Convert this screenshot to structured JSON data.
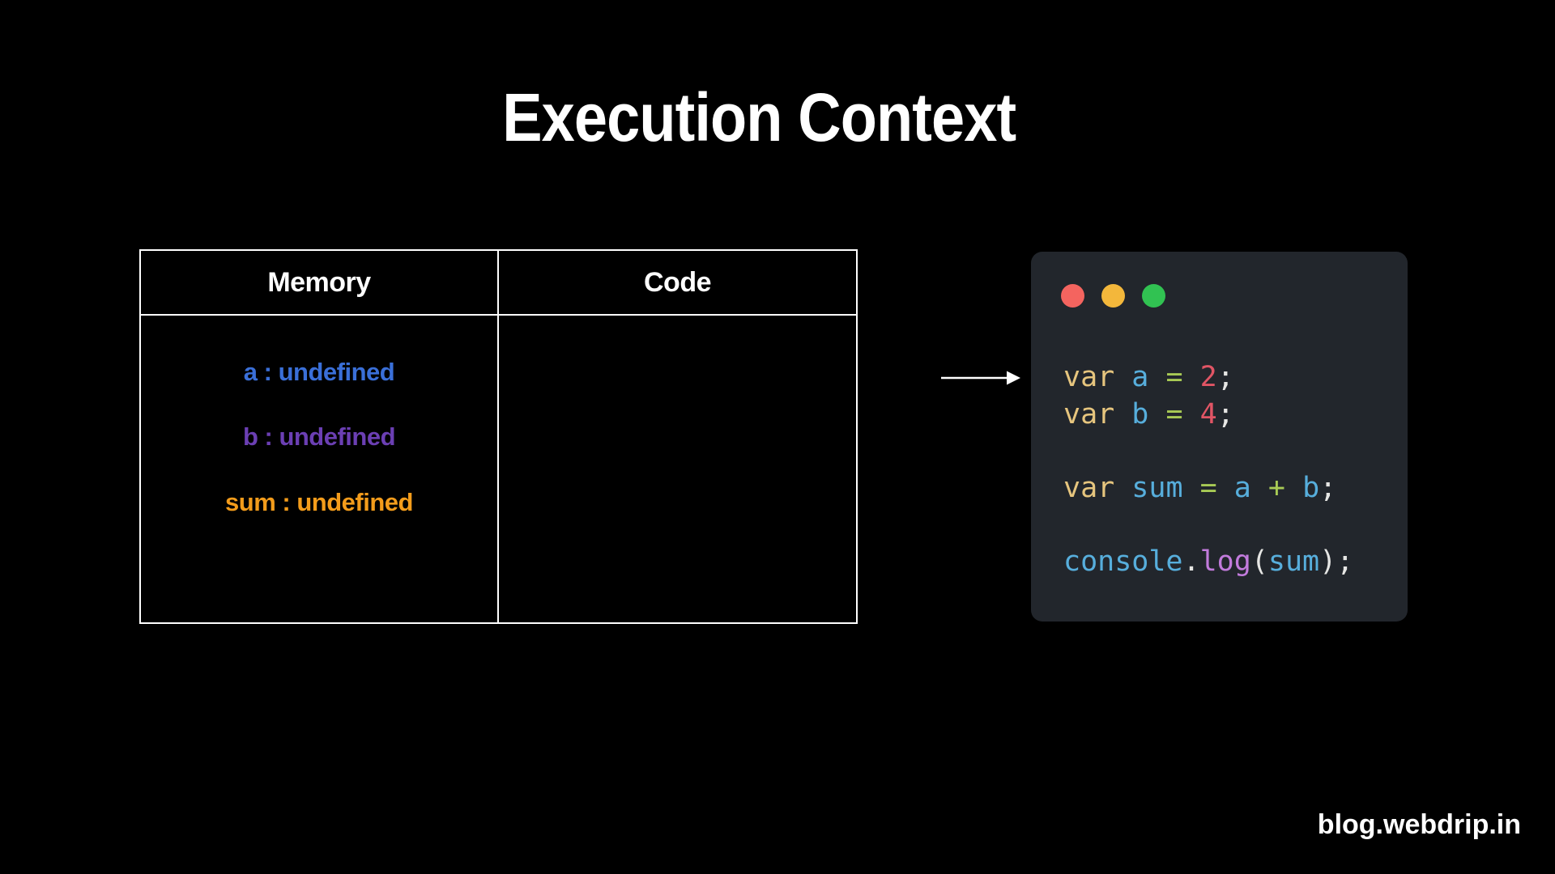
{
  "slide": {
    "title": "Execution Context",
    "watermark": "blog.webdrip.in",
    "background": "#000000"
  },
  "table": {
    "headers": [
      "Memory",
      "Code"
    ],
    "border_color": "#FFFFFF",
    "header_text_color": "#FFFFFF",
    "memory_items": [
      {
        "name": "a",
        "label": "a : undefined",
        "color": "#3A6FD8"
      },
      {
        "name": "b",
        "label": "b : undefined",
        "color": "#6B3FB3"
      },
      {
        "name": "sum",
        "label": "sum : undefined",
        "color": "#F39C1B"
      }
    ],
    "code_cell_content": ""
  },
  "arrow": {
    "direction": "right",
    "color": "#FFFFFF"
  },
  "code_window": {
    "background": "#22262C",
    "traffic_lights": [
      {
        "name": "close",
        "color": "#F4645F"
      },
      {
        "name": "minimize",
        "color": "#F3B73B"
      },
      {
        "name": "maximize",
        "color": "#31C252"
      }
    ],
    "palette": {
      "keyword": "#E6C57E",
      "identifier": "#57AEDC",
      "operator": "#A8CA55",
      "number": "#E15565",
      "method": "#C27BDC",
      "punctuation": "#E6E6E4"
    },
    "code_text": "var a = 2;\nvar b = 4;\n\nvar sum = a + b;\n\nconsole.log(sum);",
    "lines": [
      {
        "tokens": [
          {
            "t": "var",
            "c": "keyword"
          },
          {
            "t": " ",
            "c": "punctuation"
          },
          {
            "t": "a",
            "c": "identifier"
          },
          {
            "t": " ",
            "c": "punctuation"
          },
          {
            "t": "=",
            "c": "operator"
          },
          {
            "t": " ",
            "c": "punctuation"
          },
          {
            "t": "2",
            "c": "number"
          },
          {
            "t": ";",
            "c": "punctuation"
          }
        ]
      },
      {
        "tokens": [
          {
            "t": "var",
            "c": "keyword"
          },
          {
            "t": " ",
            "c": "punctuation"
          },
          {
            "t": "b",
            "c": "identifier"
          },
          {
            "t": " ",
            "c": "punctuation"
          },
          {
            "t": "=",
            "c": "operator"
          },
          {
            "t": " ",
            "c": "punctuation"
          },
          {
            "t": "4",
            "c": "number"
          },
          {
            "t": ";",
            "c": "punctuation"
          }
        ]
      },
      {
        "tokens": []
      },
      {
        "tokens": [
          {
            "t": "var",
            "c": "keyword"
          },
          {
            "t": " ",
            "c": "punctuation"
          },
          {
            "t": "sum",
            "c": "identifier"
          },
          {
            "t": " ",
            "c": "punctuation"
          },
          {
            "t": "=",
            "c": "operator"
          },
          {
            "t": " ",
            "c": "punctuation"
          },
          {
            "t": "a",
            "c": "identifier"
          },
          {
            "t": " ",
            "c": "punctuation"
          },
          {
            "t": "+",
            "c": "operator"
          },
          {
            "t": " ",
            "c": "punctuation"
          },
          {
            "t": "b",
            "c": "identifier"
          },
          {
            "t": ";",
            "c": "punctuation"
          }
        ]
      },
      {
        "tokens": []
      },
      {
        "tokens": [
          {
            "t": "console",
            "c": "identifier"
          },
          {
            "t": ".",
            "c": "punctuation"
          },
          {
            "t": "log",
            "c": "method"
          },
          {
            "t": "(",
            "c": "punctuation"
          },
          {
            "t": "sum",
            "c": "identifier"
          },
          {
            "t": ")",
            "c": "punctuation"
          },
          {
            "t": ";",
            "c": "punctuation"
          }
        ]
      }
    ]
  }
}
